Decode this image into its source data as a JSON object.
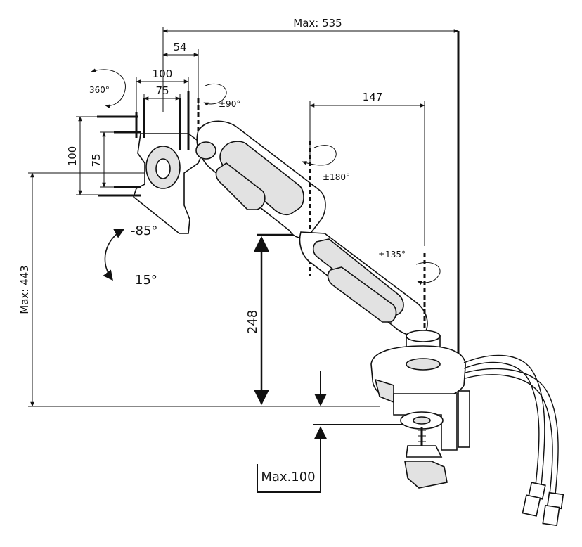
{
  "dimensions": {
    "max_reach": "Max: 535",
    "offset_54": "54",
    "vesa_100_h": "100",
    "vesa_75_h": "75",
    "vesa_100_v": "100",
    "vesa_75_v": "75",
    "arm_147": "147",
    "max_height": "Max: 443",
    "height_248": "248",
    "desk_max": "Max.100"
  },
  "rotations": {
    "r360": "360°",
    "r90": "±90°",
    "r180": "±180°",
    "r135": "±135°",
    "tilt_back": "-85°",
    "tilt_fwd": "15°"
  }
}
